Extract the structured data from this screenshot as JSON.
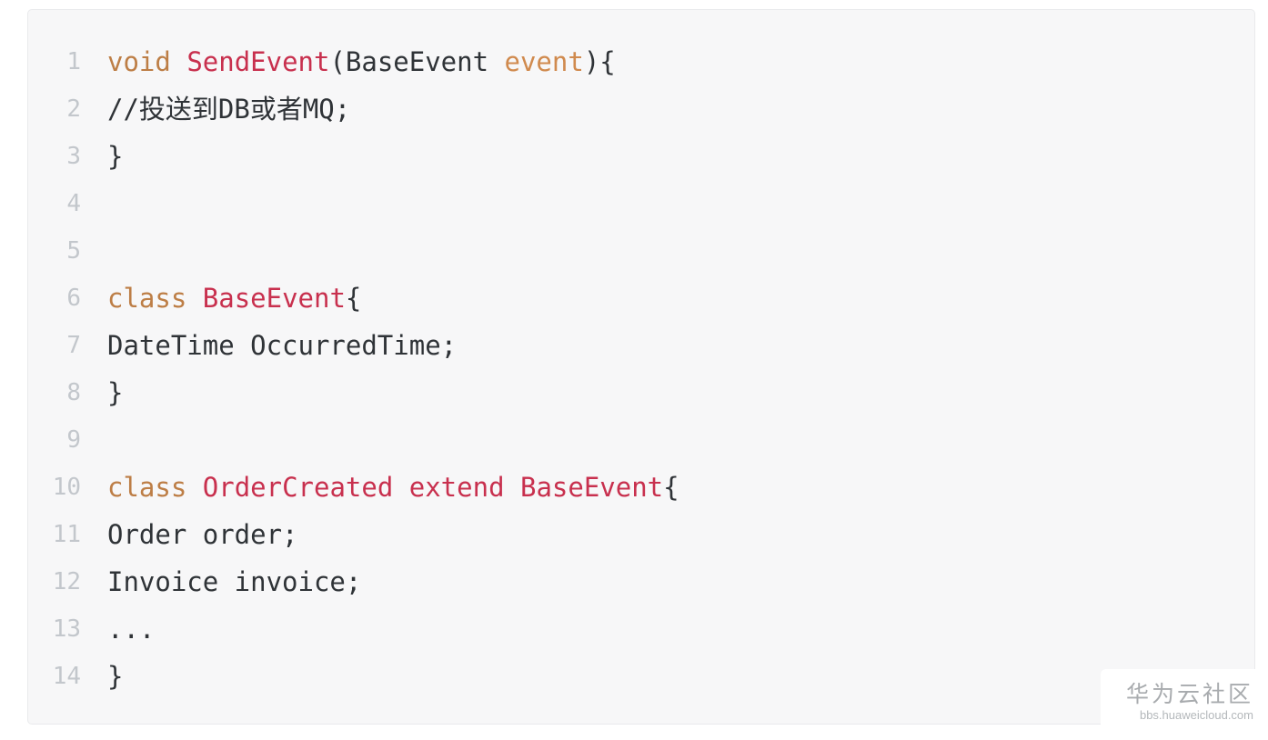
{
  "page": {
    "background": "#ffffff"
  },
  "code_panel": {
    "colors": {
      "background": "#f7f7f8",
      "border": "#e9eaec",
      "plain": "#2f3337",
      "keyword": "#bd7e46",
      "name": "#c8304e",
      "param": "#d08a4e",
      "line_number": "#c3c7cc"
    },
    "lines": [
      {
        "number": "1",
        "tokens": [
          {
            "text": "void",
            "type": "keyword"
          },
          {
            "text": " ",
            "type": "plain"
          },
          {
            "text": "SendEvent",
            "type": "name"
          },
          {
            "text": "(BaseEvent ",
            "type": "plain"
          },
          {
            "text": "event",
            "type": "param"
          },
          {
            "text": "){",
            "type": "plain"
          }
        ]
      },
      {
        "number": "2",
        "tokens": [
          {
            "text": "//投送到DB或者MQ;",
            "type": "plain"
          }
        ]
      },
      {
        "number": "3",
        "tokens": [
          {
            "text": "}",
            "type": "plain"
          }
        ]
      },
      {
        "number": "4",
        "tokens": []
      },
      {
        "number": "5",
        "tokens": []
      },
      {
        "number": "6",
        "tokens": [
          {
            "text": "class",
            "type": "keyword"
          },
          {
            "text": " ",
            "type": "plain"
          },
          {
            "text": "BaseEvent",
            "type": "name"
          },
          {
            "text": "{",
            "type": "plain"
          }
        ]
      },
      {
        "number": "7",
        "tokens": [
          {
            "text": "DateTime OccurredTime;",
            "type": "plain"
          }
        ]
      },
      {
        "number": "8",
        "tokens": [
          {
            "text": "}",
            "type": "plain"
          }
        ]
      },
      {
        "number": "9",
        "tokens": []
      },
      {
        "number": "10",
        "tokens": [
          {
            "text": "class",
            "type": "keyword"
          },
          {
            "text": " ",
            "type": "plain"
          },
          {
            "text": "OrderCreated",
            "type": "name"
          },
          {
            "text": " ",
            "type": "plain"
          },
          {
            "text": "extend",
            "type": "name"
          },
          {
            "text": " ",
            "type": "plain"
          },
          {
            "text": "BaseEvent",
            "type": "name"
          },
          {
            "text": "{",
            "type": "plain"
          }
        ]
      },
      {
        "number": "11",
        "tokens": [
          {
            "text": "Order order;",
            "type": "plain"
          }
        ]
      },
      {
        "number": "12",
        "tokens": [
          {
            "text": "Invoice invoice;",
            "type": "plain"
          }
        ]
      },
      {
        "number": "13",
        "tokens": [
          {
            "text": "...",
            "type": "plain"
          }
        ]
      },
      {
        "number": "14",
        "tokens": [
          {
            "text": "}",
            "type": "plain"
          }
        ]
      }
    ]
  },
  "watermark": {
    "title": "华为云社区",
    "url": "bbs.huaweicloud.com",
    "title_color": "#a8abae",
    "url_color": "#b4b8bb"
  }
}
